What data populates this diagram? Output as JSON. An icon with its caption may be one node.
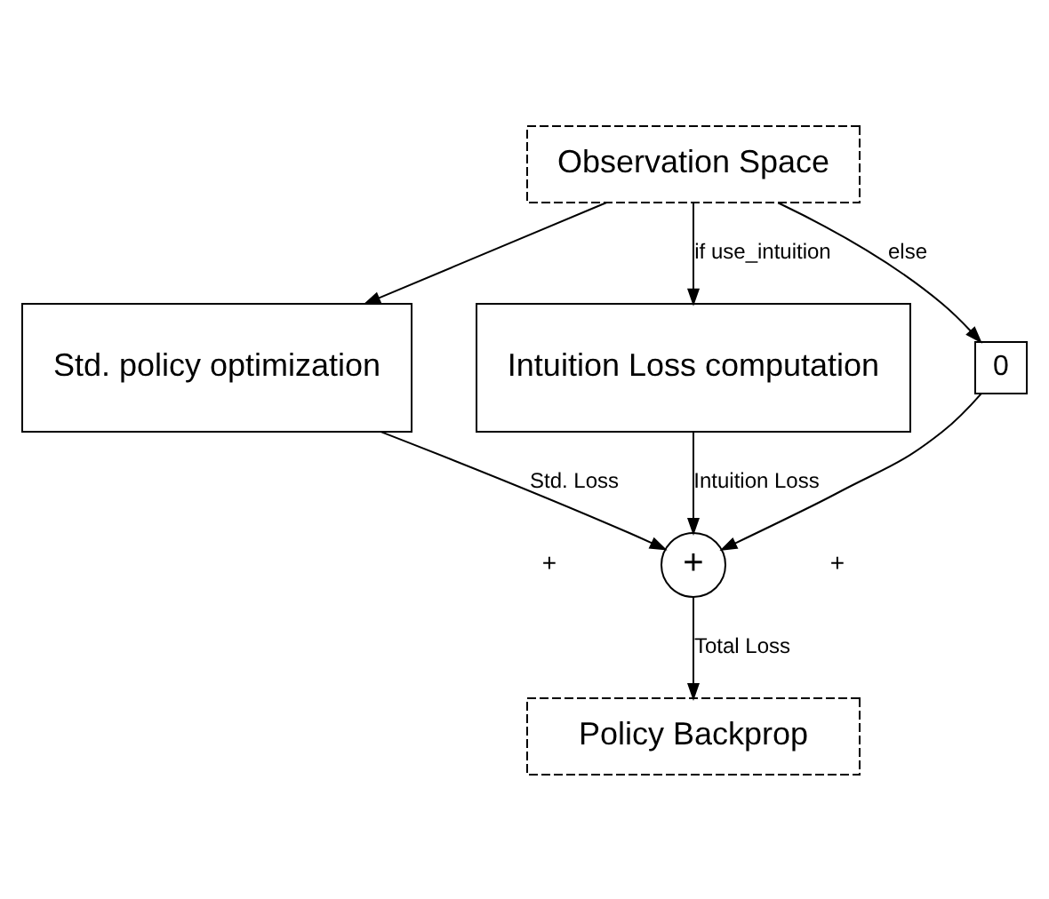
{
  "diagram": {
    "nodes": [
      {
        "text": [
          "Observation Space"
        ]
      },
      {
        "text": [
          "Std. policy optimization"
        ]
      },
      {
        "text": [
          "Intuition Loss computation"
        ]
      },
      {
        "text": [
          "0"
        ]
      },
      {
        "text": [
          "+"
        ]
      },
      {
        "text": [
          "Policy Backprop"
        ]
      }
    ],
    "edges": [
      {
        "from": 0,
        "to": 1,
        "arrow": "to"
      },
      {
        "from": 0,
        "to": 2,
        "arrow": "to",
        "label": "if use_intuition"
      },
      {
        "from": 0,
        "to": 3,
        "arrow": "to",
        "label": "else"
      },
      {
        "from": 1,
        "to": 4,
        "arrow": "to",
        "label": "Std. Loss"
      },
      {
        "from": 2,
        "to": 4,
        "arrow": "to",
        "label": "Intuition Loss"
      },
      {
        "from": 3,
        "to": 4,
        "arrow": "to"
      },
      {
        "from": 4,
        "to": 5,
        "arrow": "to",
        "label": "Total Loss"
      }
    ],
    "labels": [
      "+",
      "+"
    ]
  }
}
